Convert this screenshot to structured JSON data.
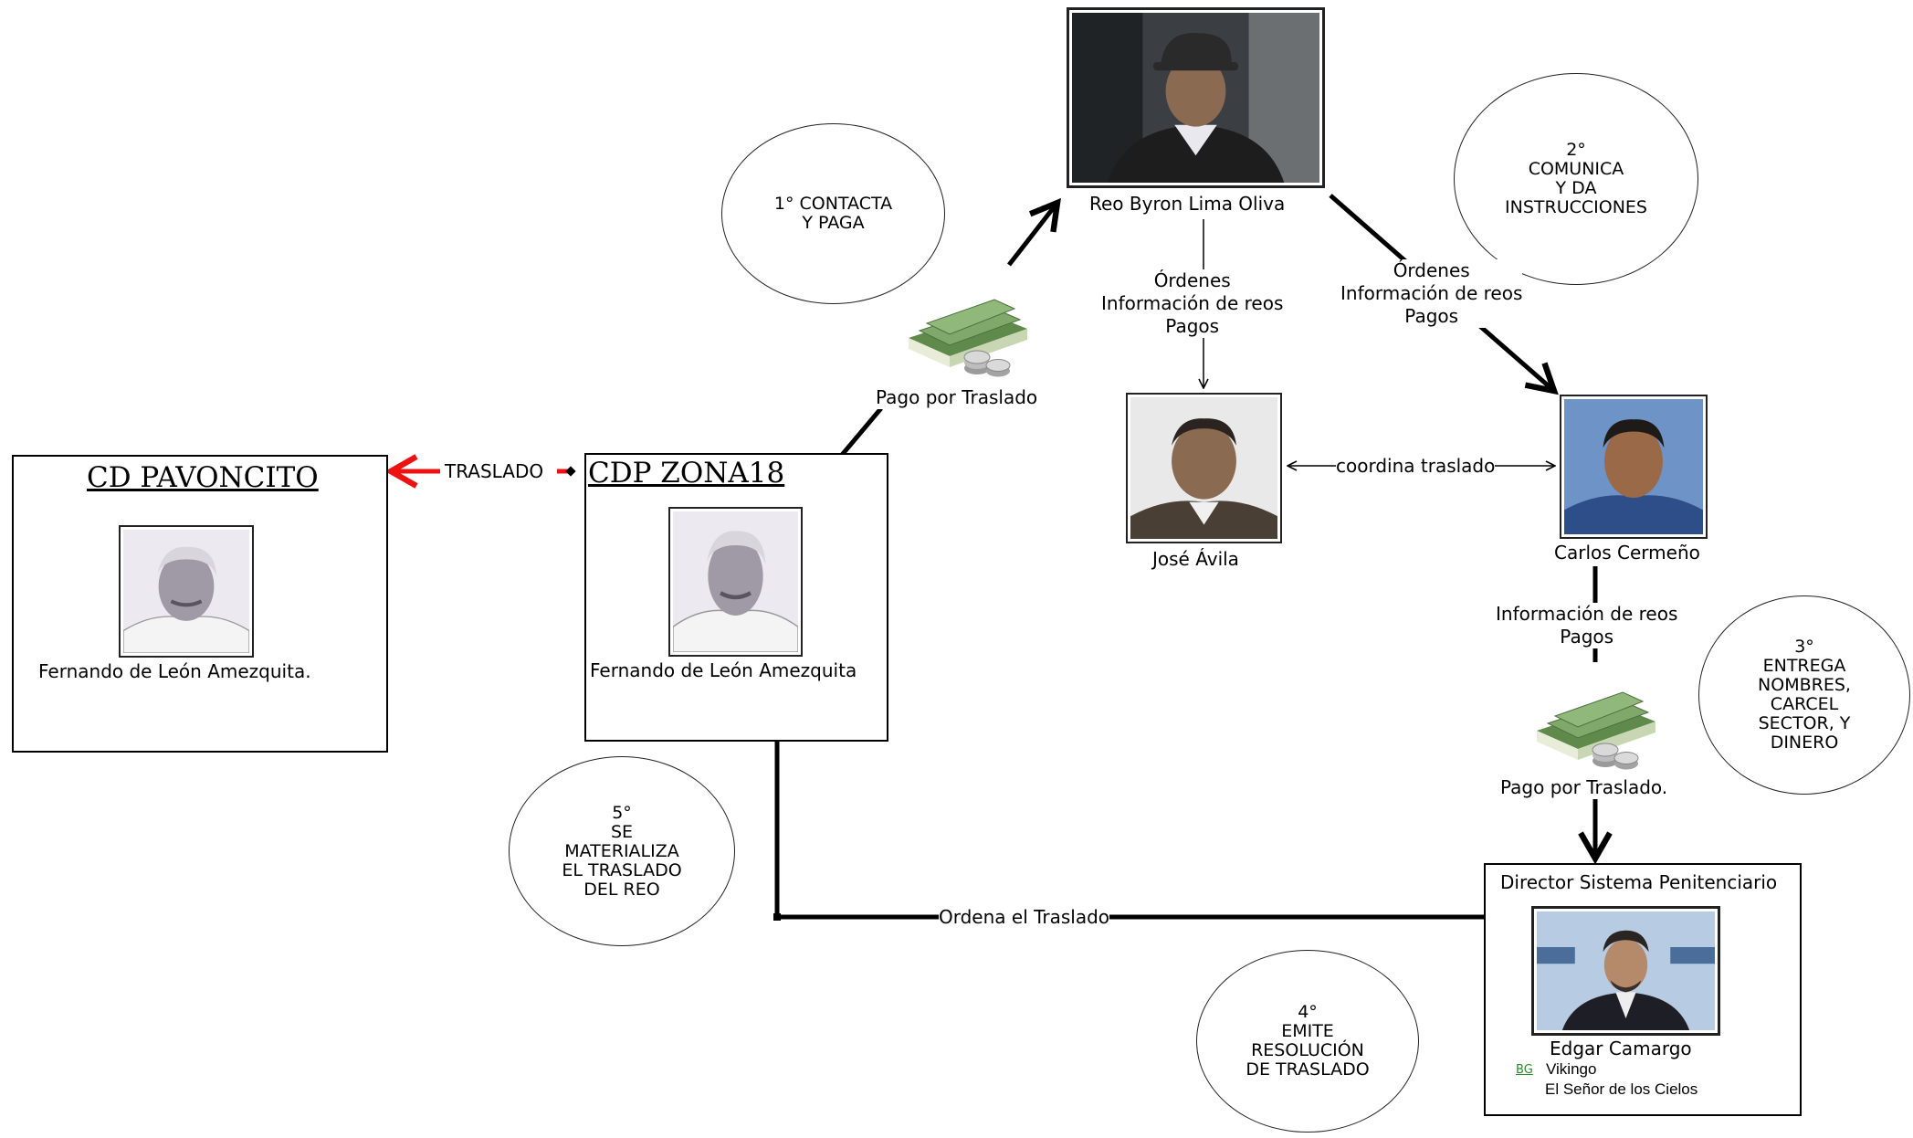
{
  "nodes": {
    "pavoncito": {
      "title": "CD PAVONCITO",
      "person": "Fernando de León Amezquita."
    },
    "zona18": {
      "title": "CDP ZONA18",
      "person": "Fernando de León Amezquita"
    },
    "byron": {
      "name": "Reo Byron Lima Oliva"
    },
    "jose": {
      "name": "José Ávila"
    },
    "carlos": {
      "name": "Carlos Cermeño"
    },
    "director": {
      "title": "Director Sistema Penitenciario",
      "name": "Edgar Camargo",
      "alias_tag": "BG",
      "alias_1": "Vikingo",
      "alias_2": "El Señor de los Cielos"
    }
  },
  "edges": {
    "traslado": "TRASLADO",
    "pago_1": "Pago por Traslado",
    "ordenes_left": [
      "Órdenes",
      "Información de reos",
      "Pagos"
    ],
    "ordenes_right": [
      "Órdenes",
      "Información de reos",
      "Pagos"
    ],
    "coordina": "coordina traslado",
    "info_carlos": [
      "Información de reos",
      "Pagos"
    ],
    "pago_2": "Pago por Traslado.",
    "ordena": "Ordena el Traslado"
  },
  "steps": [
    {
      "text": "1° CONTACTA\nY PAGA"
    },
    {
      "text": "2°\nCOMUNICA\nY DA\nINSTRUCCIONES"
    },
    {
      "text": "3°\nENTREGA\nNOMBRES,\nCARCEL\nSECTOR, Y\nDINERO"
    },
    {
      "text": "4°\nEMITE\nRESOLUCIÓN\nDE TRASLADO"
    },
    {
      "text": "5°\nSE\nMATERIALIZA\nEL TRASLADO\nDEL REO"
    }
  ],
  "colors": {
    "accent_red": "#ee1111",
    "money_green": "#6f9a5a",
    "alias_green": "#2a8a2a"
  },
  "icons": [
    "money-stack-icon",
    "money-stack-icon"
  ]
}
